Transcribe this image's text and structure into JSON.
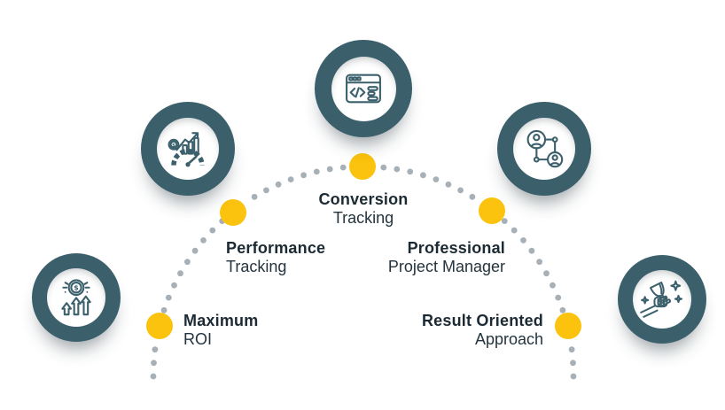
{
  "infographic": {
    "items": [
      {
        "title": "Maximum",
        "subtitle": "ROI",
        "icon": "roi-growth-icon"
      },
      {
        "title": "Performance",
        "subtitle": "Tracking",
        "icon": "performance-gauge-icon"
      },
      {
        "title": "Conversion",
        "subtitle": "Tracking",
        "icon": "code-window-icon"
      },
      {
        "title": "Professional",
        "subtitle": "Project Manager",
        "icon": "team-network-icon"
      },
      {
        "title": "Result Oriented",
        "subtitle": "Approach",
        "icon": "trophy-hand-icon"
      }
    ]
  },
  "colors": {
    "teal": "#3B606C",
    "yellow": "#FBC30D",
    "dot_gray": "#A6B0B6",
    "text": "#1B2A33",
    "background": "#FFFFFF"
  }
}
